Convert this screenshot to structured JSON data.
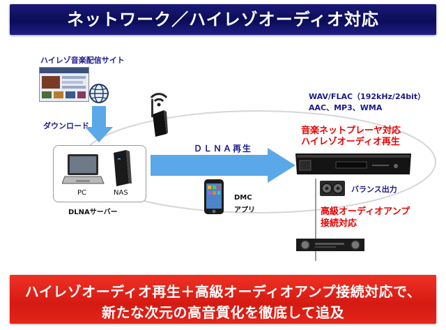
{
  "title": "ネットワーク／ハイレゾオーディオ対応",
  "download_site": {
    "label": "ハイレゾ音楽配信サイト"
  },
  "download": {
    "label": "ダウンロード"
  },
  "server": {
    "pc_label": "PC",
    "nas_label": "NAS",
    "caption": "DLNAサーバー"
  },
  "dlna": {
    "label": "ＤＬＮＡ再生"
  },
  "dmc": {
    "label_line1": "DMC",
    "label_line2": "アプリ"
  },
  "formats": {
    "line1": "WAV/FLAC（192kHz/24bit）",
    "line2": "AAC、MP3、WMA"
  },
  "player": {
    "line1": "音楽ネットプレーヤ対応",
    "line2": "ハイレゾオーディオ再生"
  },
  "balance": {
    "label": "バランス出力"
  },
  "amp": {
    "line1": "高級オーディオアンプ",
    "line2": "接続対応"
  },
  "banner": {
    "line1": "ハイレゾオーディオ再生＋高級オーディオアンプ接続対応で、",
    "line2": "新たな次元の高音質化を徹底して追及"
  },
  "colors": {
    "title_bg": "#12126a",
    "banner_bg": "#e0231a",
    "arrow": "#5aa8e8",
    "accent_red": "#e80000",
    "label_blue": "#1a1a8c"
  },
  "icons": [
    "globe-icon",
    "wifi-router-icon",
    "laptop-icon",
    "nas-tower-icon",
    "smartphone-icon",
    "speaker-icon",
    "network-player-icon",
    "amplifier-icon",
    "download-arrow-icon",
    "dlna-arrow-icon"
  ]
}
